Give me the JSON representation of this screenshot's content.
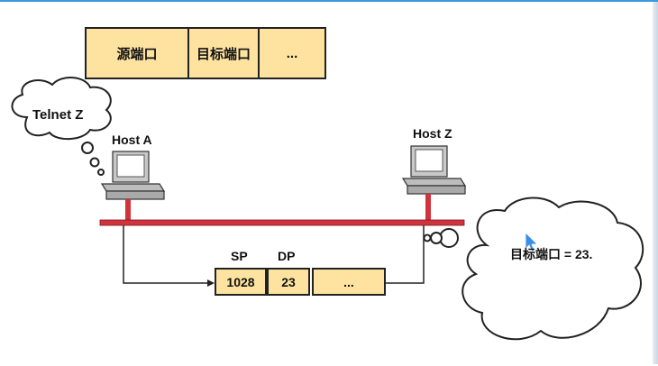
{
  "top_header": {
    "cells": [
      "源端口",
      "目标端口",
      "..."
    ]
  },
  "cloud_left": {
    "text": "Telnet Z"
  },
  "host_a": {
    "label": "Host A"
  },
  "host_z": {
    "label": "Host Z"
  },
  "segment": {
    "sp_label": "SP",
    "dp_label": "DP",
    "cells": [
      "1028",
      "23",
      "..."
    ]
  },
  "cloud_right": {
    "text": "目标端口 = 23."
  },
  "colors": {
    "cell_fill": "#fde2a0",
    "network_line": "#d2323c",
    "cloud_fill": "#ffffff",
    "cursor": "#3a8ee6"
  }
}
